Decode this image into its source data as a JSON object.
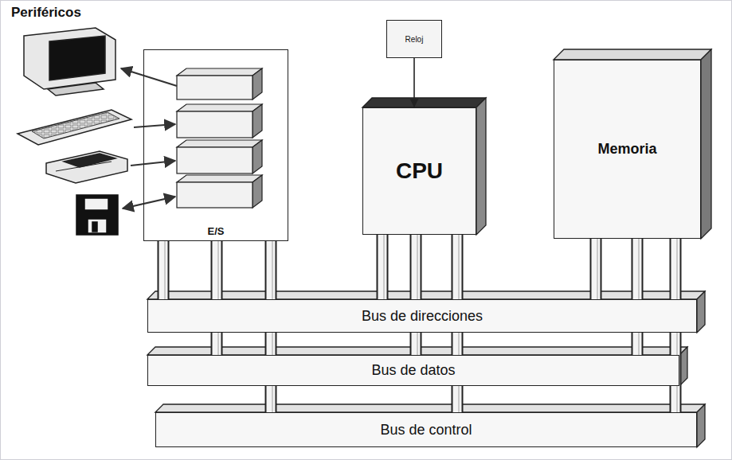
{
  "diagram": {
    "nodes": [
      {
        "text": [
          "Reloj"
        ]
      },
      {
        "text": [
          "E/S"
        ]
      },
      {
        "text": [
          "CPU"
        ]
      },
      {
        "text": [
          "Memoria"
        ]
      },
      {
        "text": [
          "Bus de direcciones"
        ]
      },
      {
        "text": [
          "Bus de datos"
        ]
      },
      {
        "text": [
          "Bus de control"
        ]
      }
    ],
    "edges": [
      {
        "from": 0,
        "to": 2,
        "arrow": "to"
      },
      {
        "from": 1,
        "to": 4,
        "arrow": "none"
      },
      {
        "from": 1,
        "to": 5,
        "arrow": "none"
      },
      {
        "from": 1,
        "to": 6,
        "arrow": "none"
      },
      {
        "from": 2,
        "to": 4,
        "arrow": "none"
      },
      {
        "from": 2,
        "to": 5,
        "arrow": "none"
      },
      {
        "from": 2,
        "to": 6,
        "arrow": "none"
      },
      {
        "from": 3,
        "to": 4,
        "arrow": "none"
      },
      {
        "from": 3,
        "to": 5,
        "arrow": "none"
      },
      {
        "from": 3,
        "to": 6,
        "arrow": "none"
      }
    ],
    "labels": [
      "Periféricos"
    ]
  }
}
